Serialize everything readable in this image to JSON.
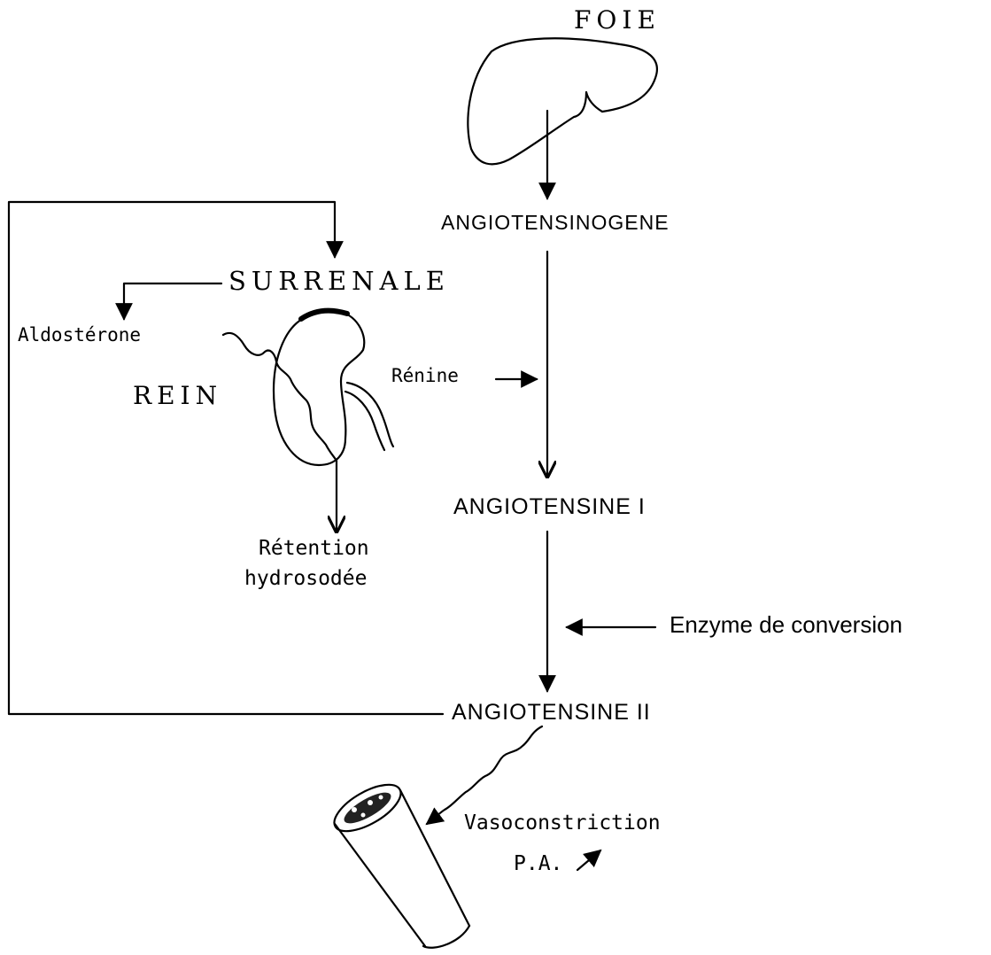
{
  "labels": {
    "foie": "FOIE",
    "angiotensinogene": "ANGIOTENSINOGENE",
    "surrenale": "SURRENALE",
    "aldosterone": "Aldostérone",
    "rein": "REIN",
    "renine": "Rénine",
    "angiotensine_1": "ANGIOTENSINE I",
    "retention_1": "Rétention",
    "retention_2": "hydrosodée",
    "enzyme": "Enzyme de conversion",
    "angiotensine_2": "ANGIOTENSINE II",
    "vasoconstriction": "Vasoconstriction",
    "pa": "P.A."
  },
  "colors": {
    "ink": "#000000",
    "background": "#ffffff"
  }
}
